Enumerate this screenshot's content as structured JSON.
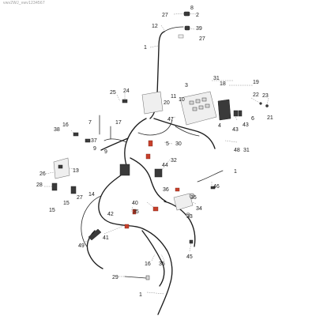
{
  "header": {
    "text": "vwv2WJ_vwv1234567"
  },
  "callouts": [
    {
      "id": "c-27a",
      "text": "27"
    },
    {
      "id": "c-8",
      "text": "8"
    },
    {
      "id": "c-2",
      "text": "2"
    },
    {
      "id": "c-12",
      "text": "12"
    },
    {
      "id": "c-39",
      "text": "39"
    },
    {
      "id": "c-27b",
      "text": "27"
    },
    {
      "id": "c-1a",
      "text": "1"
    },
    {
      "id": "c-3",
      "text": "3"
    },
    {
      "id": "c-31a",
      "text": "31"
    },
    {
      "id": "c-18",
      "text": "18"
    },
    {
      "id": "c-19",
      "text": "19"
    },
    {
      "id": "c-25",
      "text": "25"
    },
    {
      "id": "c-24",
      "text": "24"
    },
    {
      "id": "c-11",
      "text": "11"
    },
    {
      "id": "c-20",
      "text": "20"
    },
    {
      "id": "c-10",
      "text": "10"
    },
    {
      "id": "c-22",
      "text": "22"
    },
    {
      "id": "c-23",
      "text": "23"
    },
    {
      "id": "c-7",
      "text": "7"
    },
    {
      "id": "c-17",
      "text": "17"
    },
    {
      "id": "c-47",
      "text": "47"
    },
    {
      "id": "c-4",
      "text": "4"
    },
    {
      "id": "c-43a",
      "text": "43"
    },
    {
      "id": "c-6",
      "text": "6"
    },
    {
      "id": "c-21",
      "text": "21"
    },
    {
      "id": "c-38",
      "text": "38"
    },
    {
      "id": "c-16a",
      "text": "16"
    },
    {
      "id": "c-37",
      "text": "37"
    },
    {
      "id": "c-43b",
      "text": "43"
    },
    {
      "id": "c-9a",
      "text": "9"
    },
    {
      "id": "c-9b",
      "text": "9"
    },
    {
      "id": "c-5",
      "text": "5"
    },
    {
      "id": "c-30",
      "text": "30"
    },
    {
      "id": "c-48",
      "text": "48"
    },
    {
      "id": "c-31b",
      "text": "31"
    },
    {
      "id": "c-32",
      "text": "32"
    },
    {
      "id": "c-44",
      "text": "44"
    },
    {
      "id": "c-1b",
      "text": "1"
    },
    {
      "id": "c-13",
      "text": "13"
    },
    {
      "id": "c-26",
      "text": "26"
    },
    {
      "id": "c-28",
      "text": "28"
    },
    {
      "id": "c-14",
      "text": "14"
    },
    {
      "id": "c-27c",
      "text": "27"
    },
    {
      "id": "c-36",
      "text": "36"
    },
    {
      "id": "c-46",
      "text": "46"
    },
    {
      "id": "c-15a",
      "text": "15"
    },
    {
      "id": "c-15b",
      "text": "15"
    },
    {
      "id": "c-35a",
      "text": "35"
    },
    {
      "id": "c-40",
      "text": "40"
    },
    {
      "id": "c-35b",
      "text": "35"
    },
    {
      "id": "c-34",
      "text": "34"
    },
    {
      "id": "c-42",
      "text": "42"
    },
    {
      "id": "c-33",
      "text": "33"
    },
    {
      "id": "c-41",
      "text": "41"
    },
    {
      "id": "c-49",
      "text": "49"
    },
    {
      "id": "c-45",
      "text": "45"
    },
    {
      "id": "c-16b",
      "text": "16"
    },
    {
      "id": "c-35c",
      "text": "35"
    },
    {
      "id": "c-29",
      "text": "29"
    },
    {
      "id": "c-1c",
      "text": "1"
    }
  ]
}
